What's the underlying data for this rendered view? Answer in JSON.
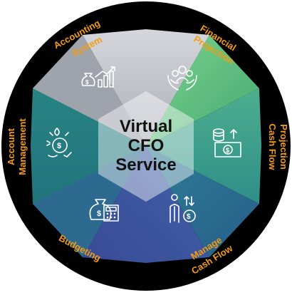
{
  "center": {
    "line1": "Virtual",
    "line2": "CFO",
    "line3": "Service"
  },
  "segments": [
    {
      "id": "accounting-system",
      "lines": [
        "Accounting",
        "System"
      ],
      "icon": "money-bag-growth-chart-icon",
      "color": "#b9bcc4"
    },
    {
      "id": "financial-projection",
      "lines": [
        "Financial",
        "Projection"
      ],
      "icon": "hands-holding-people-icon",
      "color": "#5dbf7b"
    },
    {
      "id": "cash-flow-projection",
      "lines": [
        "Cash Flow",
        "Projection"
      ],
      "icon": "coins-banknote-arrow-icon",
      "color": "#3f9e8e"
    },
    {
      "id": "manage-cash-flow",
      "lines": [
        "Manage",
        "Cash Flow"
      ],
      "icon": "person-coin-arrows-icon",
      "color": "#2d6f8f"
    },
    {
      "id": "budgeting",
      "lines": [
        "Budgeting"
      ],
      "icon": "money-bag-calculator-icon",
      "color": "#3a54a0"
    },
    {
      "id": "account-management",
      "lines": [
        "Account",
        "Management"
      ],
      "icon": "person-dollar-cycle-icon",
      "color": "#1f7a80"
    }
  ],
  "colors": {
    "ring": "#000000",
    "label": "#f39c12",
    "center_fill": "#ffffff"
  }
}
